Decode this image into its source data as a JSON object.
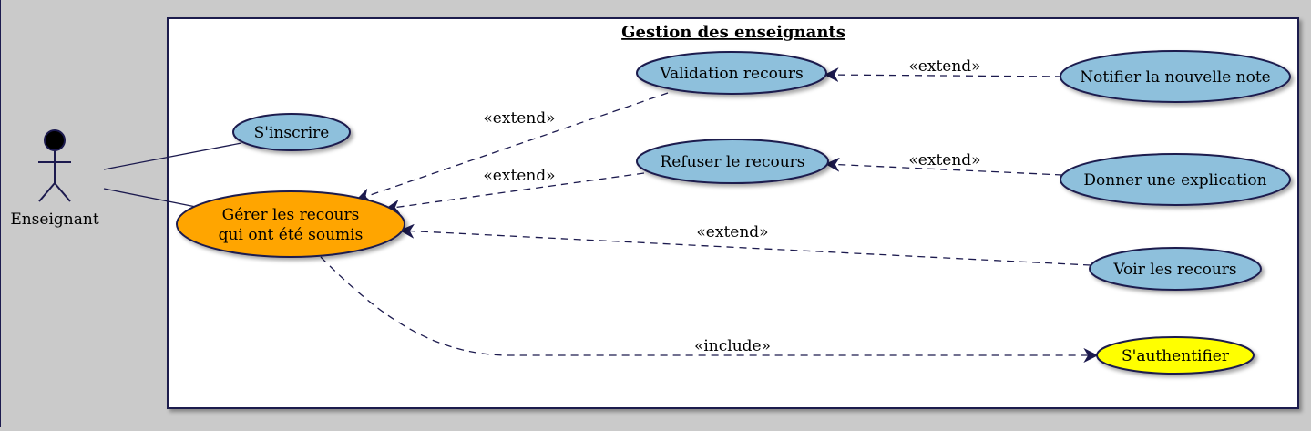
{
  "colors": {
    "background": "#cacaca",
    "border": "#1c1a4e",
    "usecase_fill": "#8ec0dc",
    "main_usecase_fill": "#ffa500",
    "include_usecase_fill": "#ffff00",
    "system_fill": "#ffffff"
  },
  "system": {
    "title": "Gestion des enseignants"
  },
  "actor": {
    "label": "Enseignant"
  },
  "usecases": {
    "inscrire": "S'inscrire",
    "gerer_line1": "Gérer les recours",
    "gerer_line2": "qui ont été soumis",
    "validation": "Validation recours",
    "refuser": "Refuser le recours",
    "notifier": "Notifier la nouvelle note",
    "explication": "Donner une explication",
    "voir": "Voir les recours",
    "authentifier": "S'authentifier"
  },
  "relations": {
    "extend_validation": "«extend»",
    "extend_refuser": "«extend»",
    "extend_notifier": "«extend»",
    "extend_explication": "«extend»",
    "extend_voir": "«extend»",
    "include_auth": "«include»"
  }
}
